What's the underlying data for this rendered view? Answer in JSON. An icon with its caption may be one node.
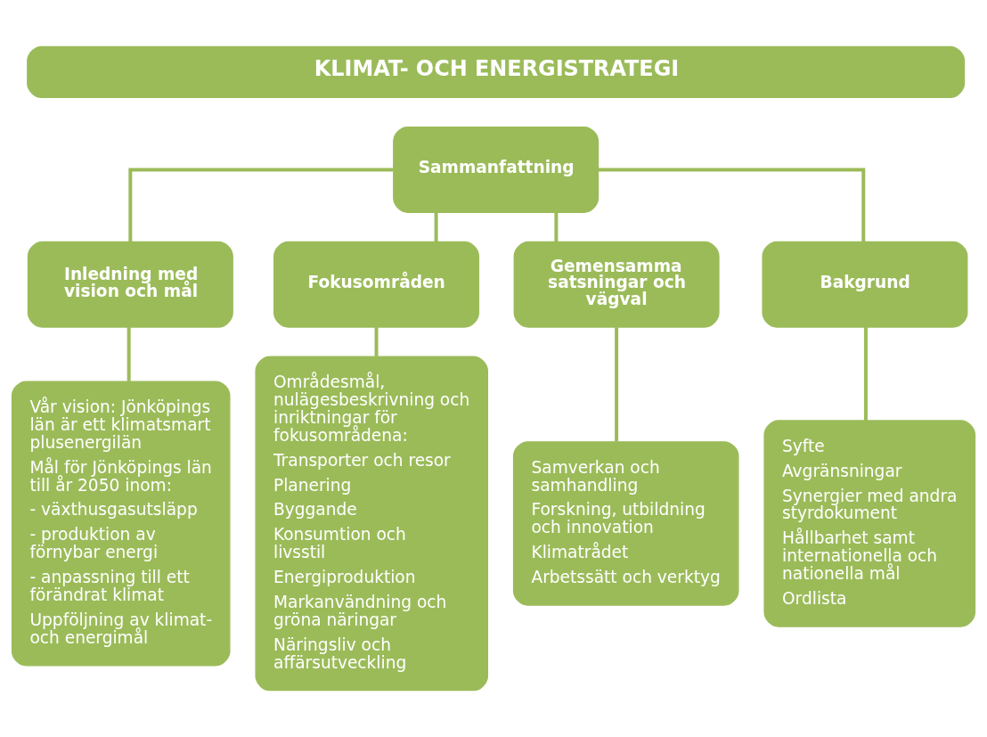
{
  "diagram": {
    "nodes": [
      {
        "text": [
          "KLIMAT- OCH ENERGISTRATEGI"
        ]
      },
      {
        "text": [
          "Sammanfattning"
        ]
      },
      {
        "text": [
          "Inledning med vision och mål"
        ]
      },
      {
        "text": [
          "Fokusområden"
        ]
      },
      {
        "text": [
          "Gemensamma satsningar och vägval"
        ]
      },
      {
        "text": [
          "Bakgrund"
        ]
      },
      {
        "text": [
          "Vår vision: Jönköpings län är ett klimatsmart plusenergilän",
          "Mål för Jönköpings län till år 2050 inom:",
          "- växthusgasutsläpp",
          "- produktion av förnybar energi",
          "- anpassning till ett förändrat klimat",
          "Uppföljning av klimat- och energimål"
        ]
      },
      {
        "text": [
          "Områdesmål, nulägesbeskrivning och inriktningar för fokusområdena:",
          "Transporter och resor",
          "Planering",
          "Byggande",
          "Konsumtion och livsstil",
          "Energiproduktion",
          "Markanvändning och gröna näringar",
          "Näringsliv och affärsutveckling"
        ]
      },
      {
        "text": [
          "Samverkan och samhandling",
          "Forskning, utbildning och innovation",
          "Klimatrådet",
          "Arbetssätt och verktyg"
        ]
      },
      {
        "text": [
          "Syfte",
          "Avgränsningar",
          "Synergier med andra styrdokument",
          "Hållbarhet samt internationella och nationella mål",
          "Ordlista"
        ]
      }
    ],
    "edges": [
      {
        "from": 1,
        "to": 2,
        "arrow": "none"
      },
      {
        "from": 1,
        "to": 3,
        "arrow": "none"
      },
      {
        "from": 1,
        "to": 4,
        "arrow": "none"
      },
      {
        "from": 1,
        "to": 5,
        "arrow": "none"
      },
      {
        "from": 2,
        "to": 6,
        "arrow": "none"
      },
      {
        "from": 3,
        "to": 7,
        "arrow": "none"
      },
      {
        "from": 4,
        "to": 8,
        "arrow": "none"
      },
      {
        "from": 5,
        "to": 9,
        "arrow": "none"
      }
    ]
  }
}
